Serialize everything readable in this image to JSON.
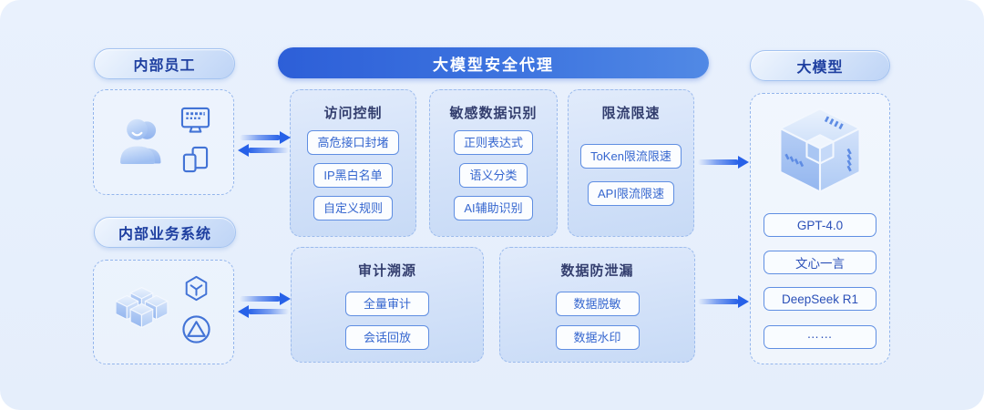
{
  "sources": {
    "employees": {
      "label": "内部员工"
    },
    "business": {
      "label": "内部业务系统"
    }
  },
  "proxy": {
    "title": "大模型安全代理",
    "cards": [
      {
        "title": "访问控制",
        "items": [
          "高危接口封堵",
          "IP黑白名单",
          "自定义规则"
        ]
      },
      {
        "title": "敏感数据识别",
        "items": [
          "正则表达式",
          "语义分类",
          "AI辅助识别"
        ]
      },
      {
        "title": "限流限速",
        "items": [
          "ToKen限流限速",
          "API限流限速"
        ]
      },
      {
        "title": "审计溯源",
        "items": [
          "全量审计",
          "会话回放"
        ]
      },
      {
        "title": "数据防泄漏",
        "items": [
          "数据脱敏",
          "数据水印"
        ]
      }
    ]
  },
  "models": {
    "label": "大模型",
    "items": [
      "GPT-4.0",
      "文心一言",
      "DeepSeek R1",
      "……"
    ]
  },
  "colors": {
    "page_background": "#E8F0FC",
    "title_gradient_start": "#2D5FD8",
    "title_gradient_end": "#5189E5",
    "arrow_blue": "#2761E8",
    "chip_border": "#5F8EE2",
    "chip_text": "#3566CF",
    "card_title_text": "#333E6E",
    "pill_text": "#1E3FA0",
    "dashed_border": "#93B5EC"
  }
}
